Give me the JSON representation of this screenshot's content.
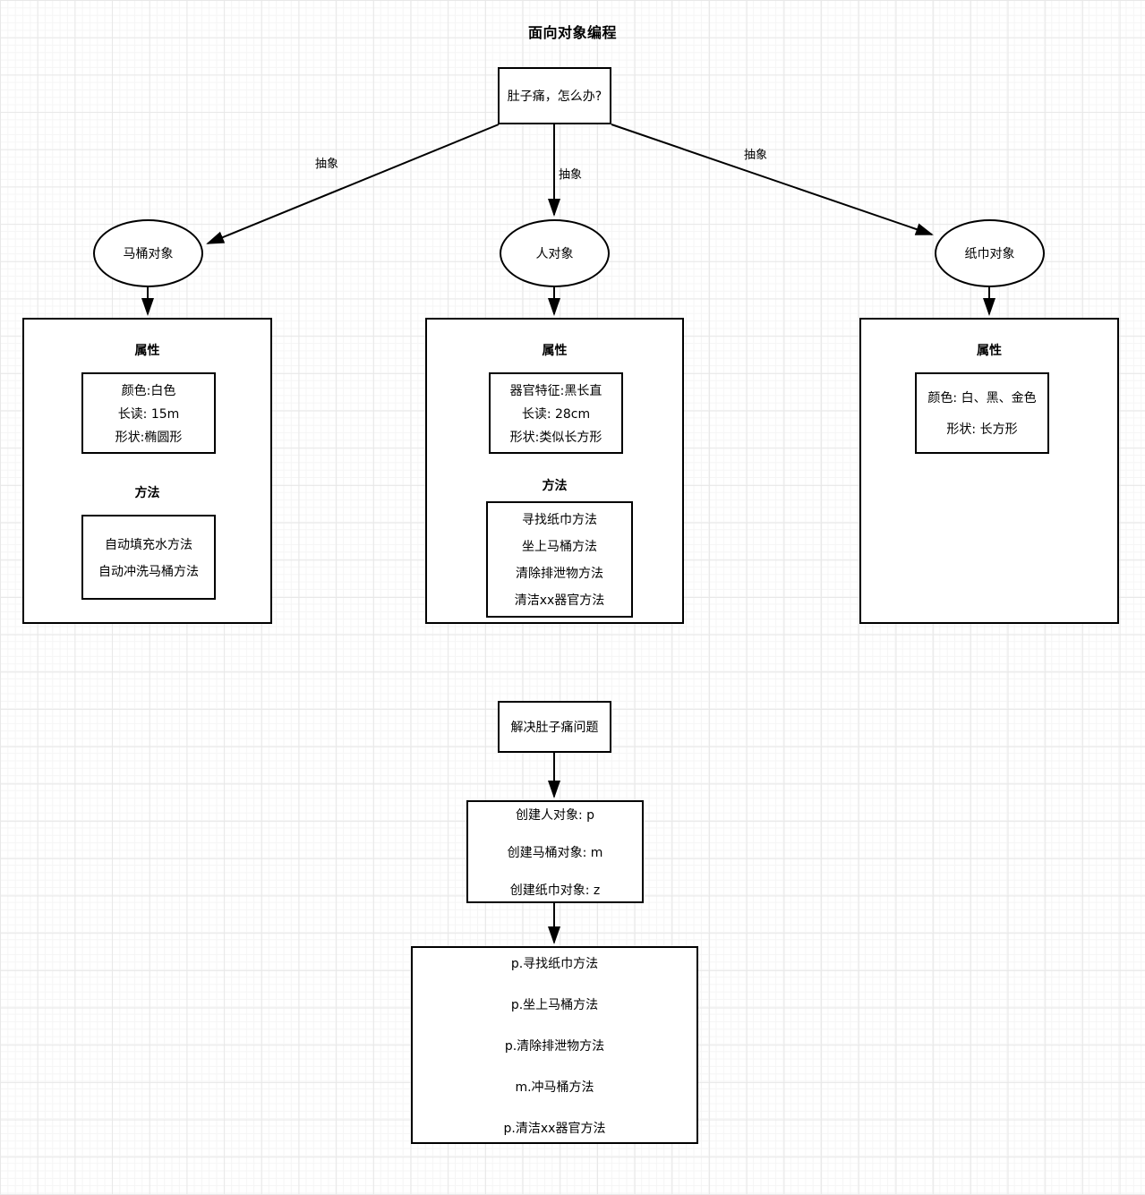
{
  "title": "面向对象编程",
  "root": {
    "label": "肚子痛，怎么办?"
  },
  "edges": {
    "abstract_label": "抽象",
    "labels": [
      "抽象",
      "抽象",
      "抽象"
    ]
  },
  "objects": [
    {
      "name": "马桶对象",
      "attributes_heading": "属性",
      "attributes": [
        "颜色:白色",
        "长读: 15m",
        "形状:椭圆形"
      ],
      "methods_heading": "方法",
      "methods": [
        "自动填充水方法",
        "自动冲洗马桶方法"
      ]
    },
    {
      "name": "人对象",
      "attributes_heading": "属性",
      "attributes": [
        "器官特征:黑长直",
        "长读: 28cm",
        "形状:类似长方形"
      ],
      "methods_heading": "方法",
      "methods": [
        "寻找纸巾方法",
        "坐上马桶方法",
        "清除排泄物方法",
        "清洁xx器官方法"
      ]
    },
    {
      "name": "纸巾对象",
      "attributes_heading": "属性",
      "attributes": [
        "颜色: 白、黑、金色",
        "形状: 长方形"
      ],
      "methods_heading": "",
      "methods": []
    }
  ],
  "flow": {
    "start": "解决肚子痛问题",
    "create": [
      "创建人对象: p",
      "创建马桶对象: m",
      "创建纸巾对象: z"
    ],
    "calls": [
      "p.寻找纸巾方法",
      "p.坐上马桶方法",
      "p.清除排泄物方法",
      "m.冲马桶方法",
      "p.清洁xx器官方法"
    ]
  },
  "colors": {
    "stroke": "#000000",
    "fill": "#ffffff",
    "grid_minor": "#f5f5f5",
    "grid_major": "#e8e8e8",
    "text": "#000000"
  }
}
